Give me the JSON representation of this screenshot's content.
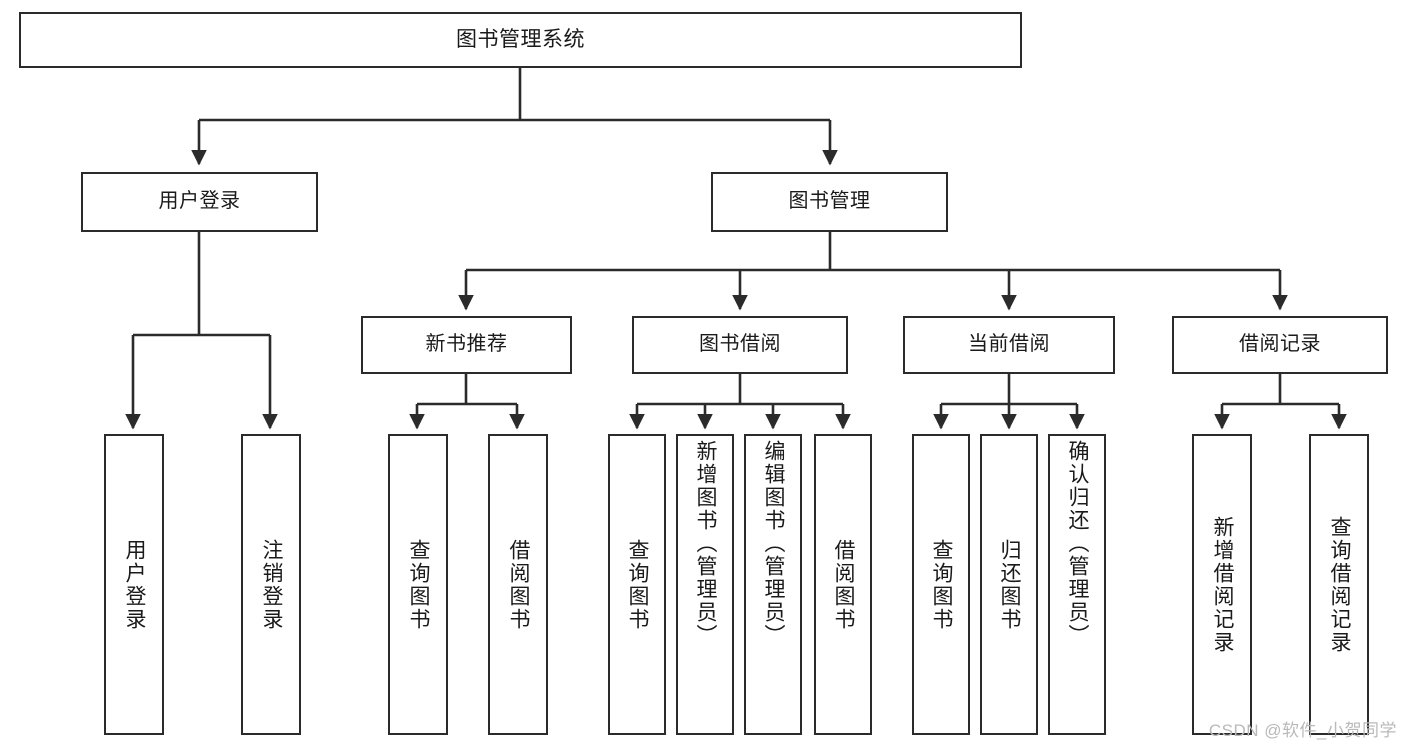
{
  "diagram": {
    "title": "图书管理系统",
    "watermark": "CSDN @软件_小贺同学",
    "line_color": "#2b2b2b",
    "box_fill": "#ffffff",
    "text_color": "#1a1a1a",
    "watermark_color": "#b9b9b9"
  },
  "nodes": {
    "root": {
      "label": "图书管理系统"
    },
    "level1": [
      {
        "label": "用户登录"
      },
      {
        "label": "图书管理"
      }
    ],
    "level2": [
      {
        "label": "新书推荐"
      },
      {
        "label": "图书借阅"
      },
      {
        "label": "当前借阅"
      },
      {
        "label": "借阅记录"
      }
    ],
    "leaves": {
      "user_login": [
        {
          "label": "用户登录"
        },
        {
          "label": "注销登录"
        }
      ],
      "new_book_recommend": [
        {
          "label": "查询图书"
        },
        {
          "label": "借阅图书"
        }
      ],
      "book_borrow": [
        {
          "label": "查询图书"
        },
        {
          "label": "新增图书（管理员）"
        },
        {
          "label": "编辑图书（管理员）"
        },
        {
          "label": "借阅图书"
        }
      ],
      "current_borrow": [
        {
          "label": "查询图书"
        },
        {
          "label": "归还图书"
        },
        {
          "label": "确认归还（管理员）"
        }
      ],
      "borrow_record": [
        {
          "label": "新增借阅记录"
        },
        {
          "label": "查询借阅记录"
        }
      ]
    }
  }
}
